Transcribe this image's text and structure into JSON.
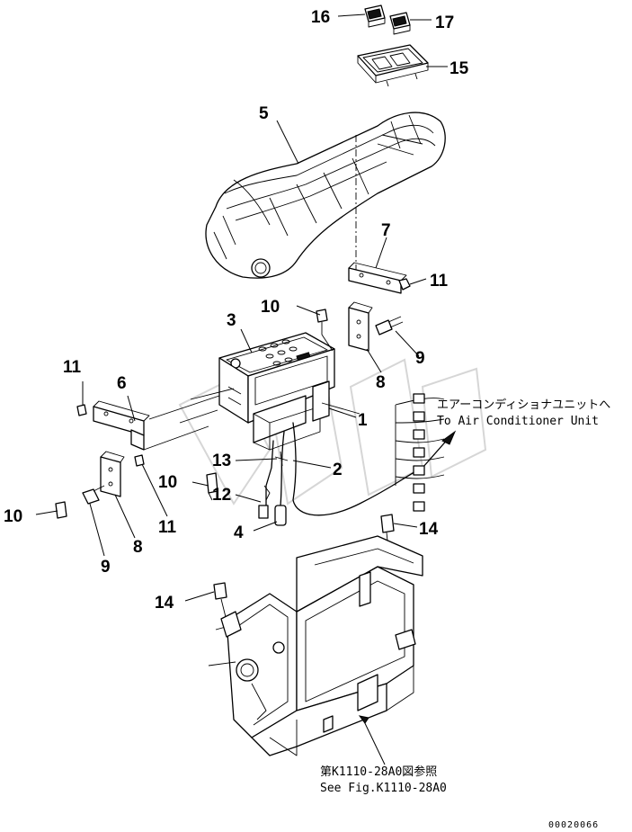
{
  "callouts": {
    "c1": "1",
    "c2": "2",
    "c3": "3",
    "c4": "4",
    "c5": "5",
    "c6": "6",
    "c7": "7",
    "c8a": "8",
    "c8b": "8",
    "c9a": "9",
    "c9b": "9",
    "c10a": "10",
    "c10b": "10",
    "c10c": "10",
    "c11a": "11",
    "c11b": "11",
    "c11c": "11",
    "c12": "12",
    "c13": "13",
    "c14a": "14",
    "c14b": "14",
    "c15": "15",
    "c16": "16",
    "c17": "17"
  },
  "notes": {
    "aircon_jp": "エアーコンディショナユニットへ",
    "aircon_en": "To Air Conditioner Unit",
    "ref_jp": "第K1110-28A0図参照",
    "ref_en": "See Fig.K1110-28A0"
  },
  "serial": "00020066"
}
